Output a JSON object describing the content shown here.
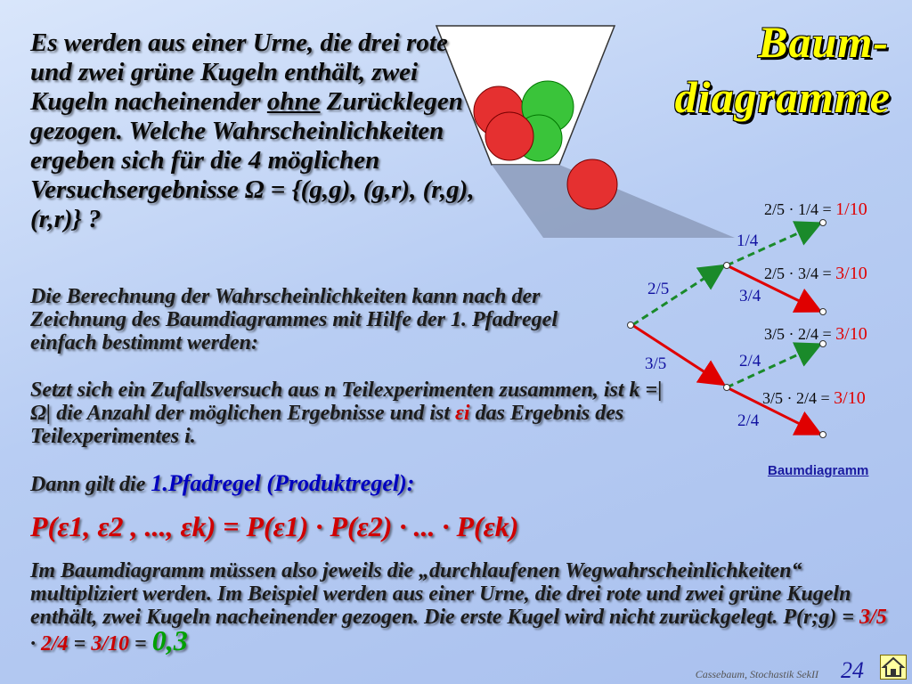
{
  "title": {
    "line1": "Baum-",
    "line2": "diagramme"
  },
  "intro": {
    "text_before": "Es werden aus einer Urne, die drei rote und zwei grüne Kugeln enthält, zwei Kugeln nacheinender ",
    "underlined": "ohne",
    "text_after": " Zurücklegen gezogen. Welche Wahrscheinlichkeiten ergeben sich für die 4 möglichen Versuchsergebnisse ",
    "omega_set": "Ω = {(g,g), (g,r), (r,g), (r,r)} ?"
  },
  "para1": "Die Berechnung der Wahrscheinlichkeiten kann nach der Zeichnung des Baumdiagrammes mit Hilfe der 1. Pfadregel einfach bestimmt werden:",
  "para2_a": "Setzt sich ein Zufallsversuch aus n Teilexperimenten zusammen, ist k =|Ω| die Anzahl der möglichen Ergebnisse und ist ",
  "para2_eps": "εi",
  "para2_b": " das Ergebnis des Teilexperimentes i.",
  "para3_a": "Dann gilt die ",
  "para3_rule": "1.Pfadregel (Produktregel):",
  "formula": "P(ε1, ε2 , ..., εk) = P(ε1) · P(ε2) · ... · P(εk)",
  "para4": "Im Baumdiagramm müssen also jeweils die „durchlaufenen Wegwahrscheinlichkeiten“ multipliziert werden. Im Beispiel werden aus einer Urne, die drei rote und zwei grüne Kugeln enthält, zwei Kugeln nacheinender gezogen. Die erste Kugel wird nicht zurückgelegt.",
  "para4_result": {
    "prefix": "P(r;g) = ",
    "f1": "3/5",
    "dot": " · ",
    "f2": "2/4",
    "eq": " = ",
    "f3": "3/10",
    "eq2": " = ",
    "val": "0,3"
  },
  "tree": {
    "first_labels": [
      "2/5",
      "3/5"
    ],
    "second_labels": [
      "1/4",
      "3/4",
      "2/4",
      "2/4"
    ],
    "results": [
      {
        "calc": "2/5 · 1/4 = ",
        "res": "1/10"
      },
      {
        "calc": "2/5 · 3/4 = ",
        "res": "3/10"
      },
      {
        "calc": "3/5 · 2/4 = ",
        "res": "3/10"
      },
      {
        "calc": "3/5 · 2/4 = ",
        "res": "3/10"
      }
    ],
    "caption": "Baumdiagramm"
  },
  "footer": "Cassebaum, Stochastik SekII",
  "page_number": "24",
  "colors": {
    "red": "#e00000",
    "green": "#00a000",
    "title": "#ffff00",
    "branch_green": "#1a8a2a",
    "branch_red": "#e00000"
  }
}
